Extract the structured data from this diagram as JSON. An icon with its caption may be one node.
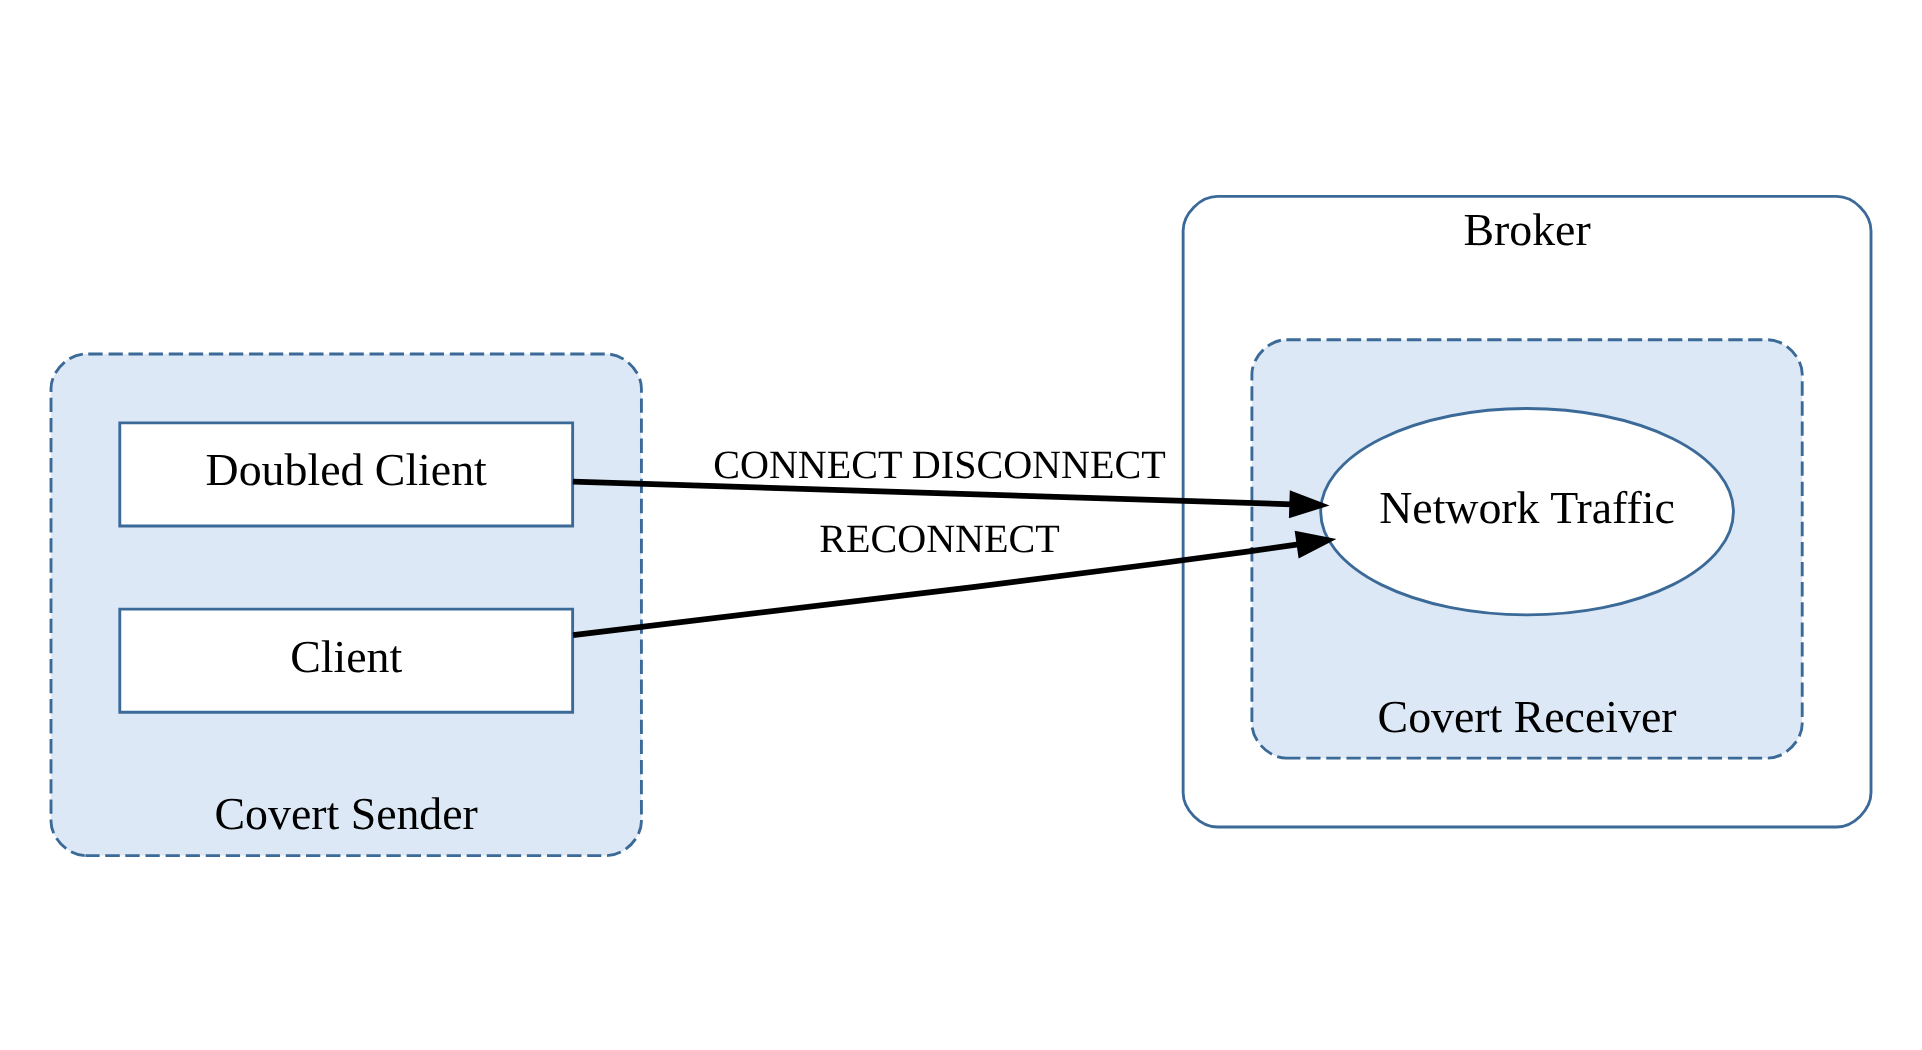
{
  "diagram": {
    "nodes": [
      {
        "text": [
          "Covert Sender"
        ]
      },
      {
        "text": [
          "Doubled Client"
        ],
        "in": 0
      },
      {
        "text": [
          "Client"
        ],
        "in": 0
      },
      {
        "text": [
          "Broker"
        ]
      },
      {
        "text": [
          "Covert Receiver"
        ],
        "in": 3
      },
      {
        "text": [
          "Network Traffic"
        ],
        "in": 4
      }
    ],
    "edges": [
      {
        "from": 1,
        "to": 5,
        "arrow": "to",
        "label": "CONNECT DISCONNECT"
      },
      {
        "from": 2,
        "to": 5,
        "arrow": "to",
        "label": "RECONNECT"
      }
    ]
  }
}
